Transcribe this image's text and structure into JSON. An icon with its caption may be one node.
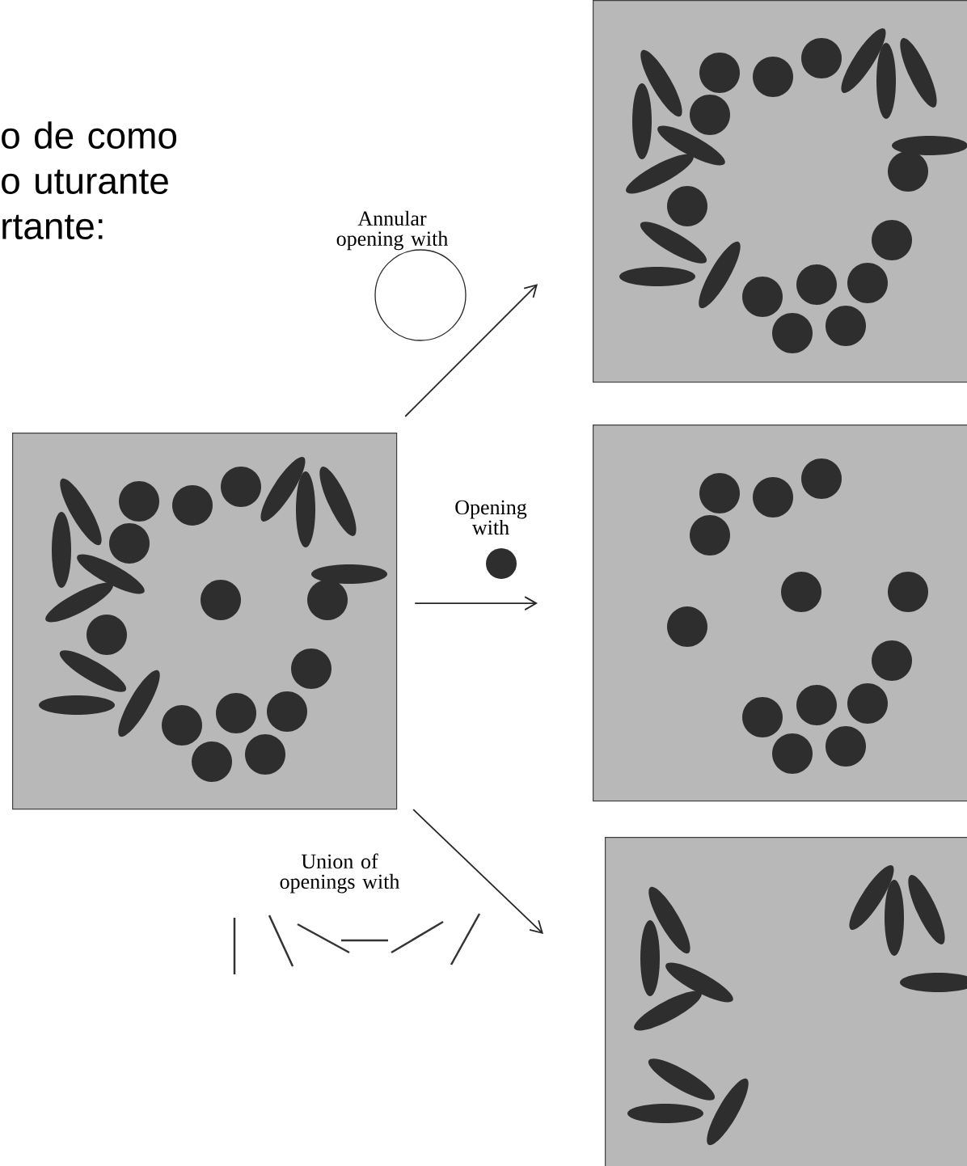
{
  "diagram": {
    "nodes": [
      {
        "text": [],
        "shape": "picture"
      },
      {
        "text": [],
        "shape": "picture"
      },
      {
        "text": [],
        "shape": "picture"
      },
      {
        "text": [],
        "shape": "picture"
      }
    ],
    "edges": [
      {
        "from": 0,
        "to": 1,
        "arrow": "to",
        "label": "Annular opening with"
      },
      {
        "from": 0,
        "to": 2,
        "arrow": "to",
        "label": "Opening with"
      },
      {
        "from": 0,
        "to": 3,
        "arrow": "to",
        "label": "Union of openings with"
      }
    ],
    "labels": [
      "o de como o uturante rtante:"
    ]
  }
}
